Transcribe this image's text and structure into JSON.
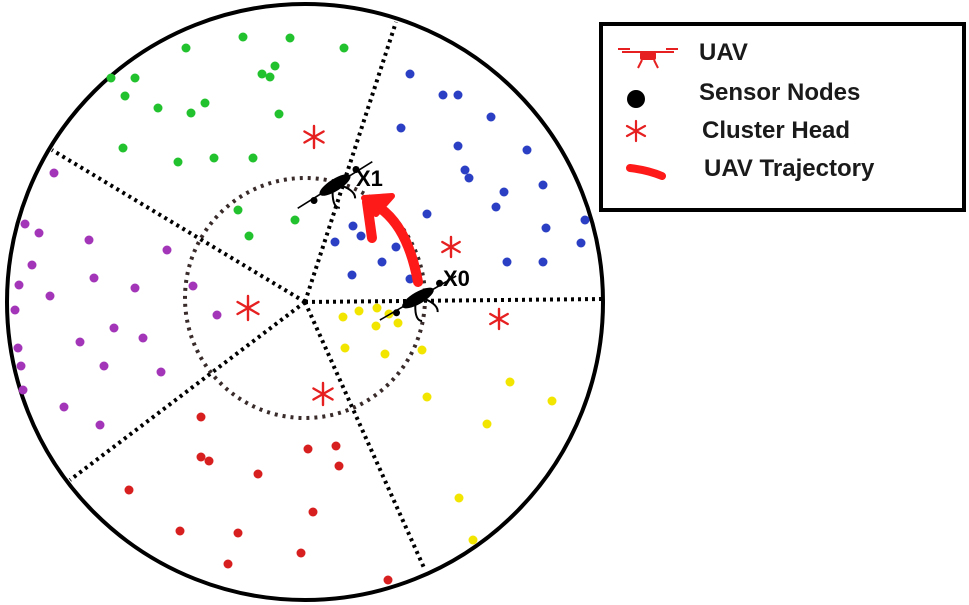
{
  "legend": {
    "items": [
      {
        "label": "UAV",
        "icon": "drone-icon",
        "color": "#e62020"
      },
      {
        "label": "Sensor Nodes",
        "icon": "dot-icon",
        "color": "#000000"
      },
      {
        "label": "Cluster Head",
        "icon": "asterisk-icon",
        "color": "#e62020"
      },
      {
        "label": "UAV Trajectory",
        "icon": "trajectory-line-icon",
        "color": "#e62020"
      }
    ]
  },
  "uavs": [
    {
      "label": "X0"
    },
    {
      "label": "X1"
    }
  ],
  "colors": {
    "green": "#22c22e",
    "blue": "#2b3fc4",
    "purple": "#a336b8",
    "red": "#d81f1f",
    "yellow": "#f2e600",
    "cluster_head": "#e62020",
    "trajectory": "#ff1a1a",
    "inner_circle": "#3a2b2b"
  }
}
